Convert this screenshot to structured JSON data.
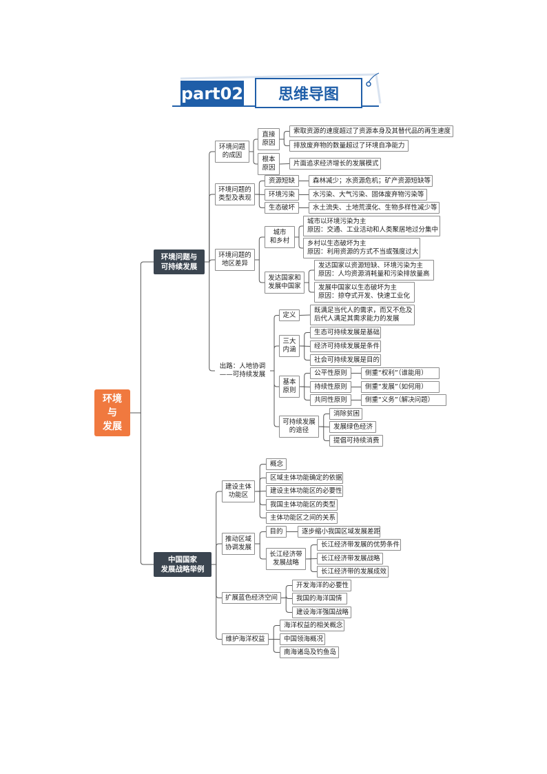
{
  "header": {
    "badge": "part02",
    "title": "思维导图"
  },
  "root": "环境\n与\n发展",
  "b1": {
    "label": "环境问题与\n可持续发展",
    "causes": {
      "label": "环境问题\n的成因",
      "direct": {
        "label": "直接\n原因",
        "items": [
          "索取资源的速度超过了资源本身及其替代品的再生速度",
          "排放废弃物的数量超过了环境自净能力"
        ]
      },
      "root_cause": {
        "label": "根本\n原因",
        "items": [
          "片面追求经济增长的发展模式"
        ]
      }
    },
    "types": {
      "label": "环境问题的\n类型及表现",
      "rows": [
        {
          "k": "资源短缺",
          "v": "森林减少；水资源危机；矿产资源短缺等"
        },
        {
          "k": "环境污染",
          "v": "水污染、大气污染、固体废弃物污染等"
        },
        {
          "k": "生态破坏",
          "v": "水土流失、土地荒漠化、生物多样性减少等"
        }
      ]
    },
    "regional": {
      "label": "环境问题的\n地区差异",
      "urban": {
        "label": "城市\n和乡村",
        "items": [
          "城市以环境污染为主\n原因：交通、工业活动和人类聚居地过分集中",
          "乡村以生态破坏为主\n原因：利用资源的方式不当或强度过大"
        ]
      },
      "dev": {
        "label": "发达国家和\n发展中国家",
        "items": [
          "发达国家以资源短缺、环境污染为主\n原因：人均资源消耗量和污染排放量高",
          "发展中国家以生态破坏为主\n原因：掠夺式开发、快速工业化"
        ]
      }
    },
    "outlet": {
      "label": "出路：人地协调\n——可持续发展",
      "definition": {
        "label": "定义",
        "text": "既满足当代人的需求，而又不危及\n后代人满足其需求能力的发展"
      },
      "connotation": {
        "label": "三大\n内涵",
        "items": [
          "生态可持续发展是基础",
          "经济可持续发展是条件",
          "社会可持续发展是目的"
        ]
      },
      "principles": {
        "label": "基本\n原则",
        "rows": [
          {
            "k": "公平性原则",
            "v": "侧重“权利”（谁能用）"
          },
          {
            "k": "持续性原则",
            "v": "侧重“发展”（如何用）"
          },
          {
            "k": "共同性原则",
            "v": "侧重“义务”（解决问题）"
          }
        ]
      },
      "ways": {
        "label": "可持续发展\n的途径",
        "items": [
          "消除贫困",
          "发展绿色经济",
          "提倡可持续消费"
        ]
      }
    }
  },
  "b2": {
    "label": "中国国家\n发展战略举例",
    "zones": {
      "label": "建设主体\n功能区",
      "items": [
        "概念",
        "区域主体功能确定的依据",
        "建设主体功能区的必要性",
        "我国主体功能区的类型",
        "主体功能区之间的关系"
      ]
    },
    "coord": {
      "label": "推动区域\n协调发展",
      "goal": {
        "label": "目的",
        "text": "逐步缩小我国区域发展差距"
      },
      "yangtze": {
        "label": "长江经济带\n发展战略",
        "items": [
          "长江经济带发展的优势条件",
          "长江经济带发展战略",
          "长江经济带的发展成效"
        ]
      }
    },
    "blue": {
      "label": "扩展蓝色经济空间",
      "items": [
        "开发海洋的必要性",
        "我国的海洋国情",
        "建设海洋强国战略"
      ]
    },
    "rights": {
      "label": "维护海洋权益",
      "items": [
        "海洋权益的相关概念",
        "中国领海概况",
        "南海诸岛及钓鱼岛"
      ]
    }
  }
}
